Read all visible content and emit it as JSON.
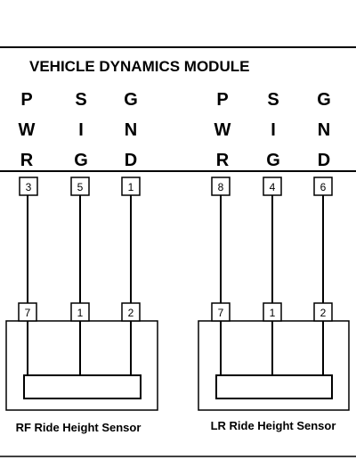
{
  "module": {
    "title": "VEHICLE DYNAMICS MODULE",
    "columns": [
      {
        "letters": [
          "P",
          "W",
          "R"
        ],
        "pin": "3"
      },
      {
        "letters": [
          "S",
          "I",
          "G"
        ],
        "pin": "5"
      },
      {
        "letters": [
          "G",
          "N",
          "D"
        ],
        "pin": "1"
      },
      {
        "letters": [
          "P",
          "W",
          "R"
        ],
        "pin": "8"
      },
      {
        "letters": [
          "S",
          "I",
          "G"
        ],
        "pin": "4"
      },
      {
        "letters": [
          "G",
          "N",
          "D"
        ],
        "pin": "6"
      }
    ]
  },
  "sensors": [
    {
      "label": "RF Ride Height Sensor",
      "pins": [
        "7",
        "1",
        "2"
      ]
    },
    {
      "label": "LR Ride Height Sensor",
      "pins": [
        "7",
        "1",
        "2"
      ]
    }
  ]
}
